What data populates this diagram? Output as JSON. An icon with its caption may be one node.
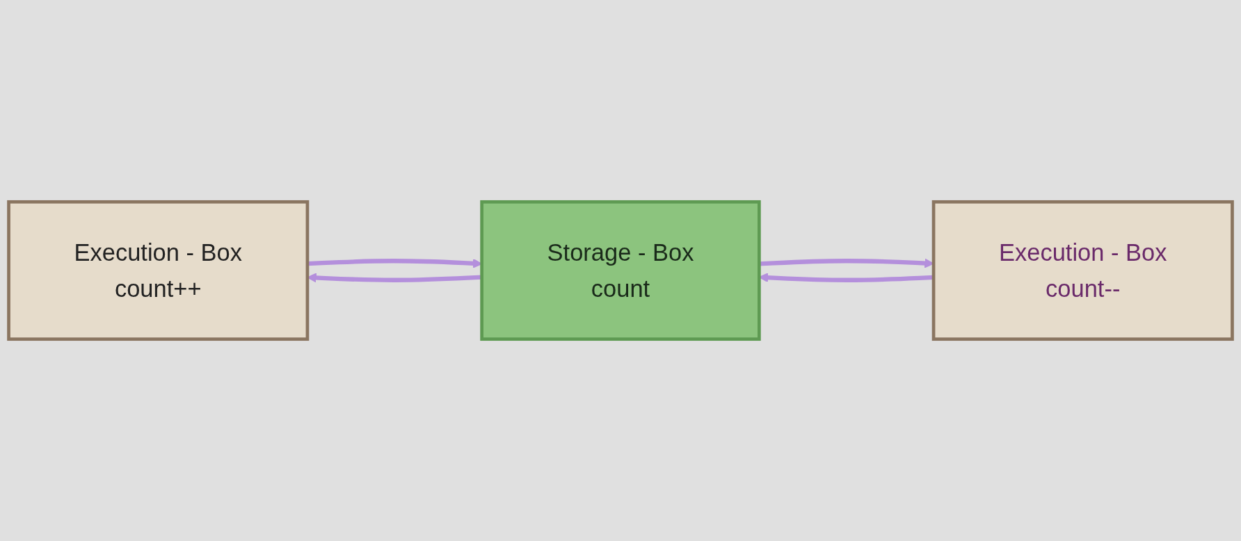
{
  "diagram": {
    "nodes": [
      {
        "text": [
          "Execution - Box",
          "count++"
        ]
      },
      {
        "text": [
          "Storage - Box",
          "count"
        ]
      },
      {
        "text": [
          "Execution - Box",
          "count--"
        ]
      }
    ],
    "edges": [
      {
        "from": 0,
        "to": 1,
        "arrow": "to"
      },
      {
        "from": 1,
        "to": 0,
        "arrow": "to"
      },
      {
        "from": 1,
        "to": 2,
        "arrow": "to"
      },
      {
        "from": 2,
        "to": 1,
        "arrow": "to"
      }
    ]
  }
}
